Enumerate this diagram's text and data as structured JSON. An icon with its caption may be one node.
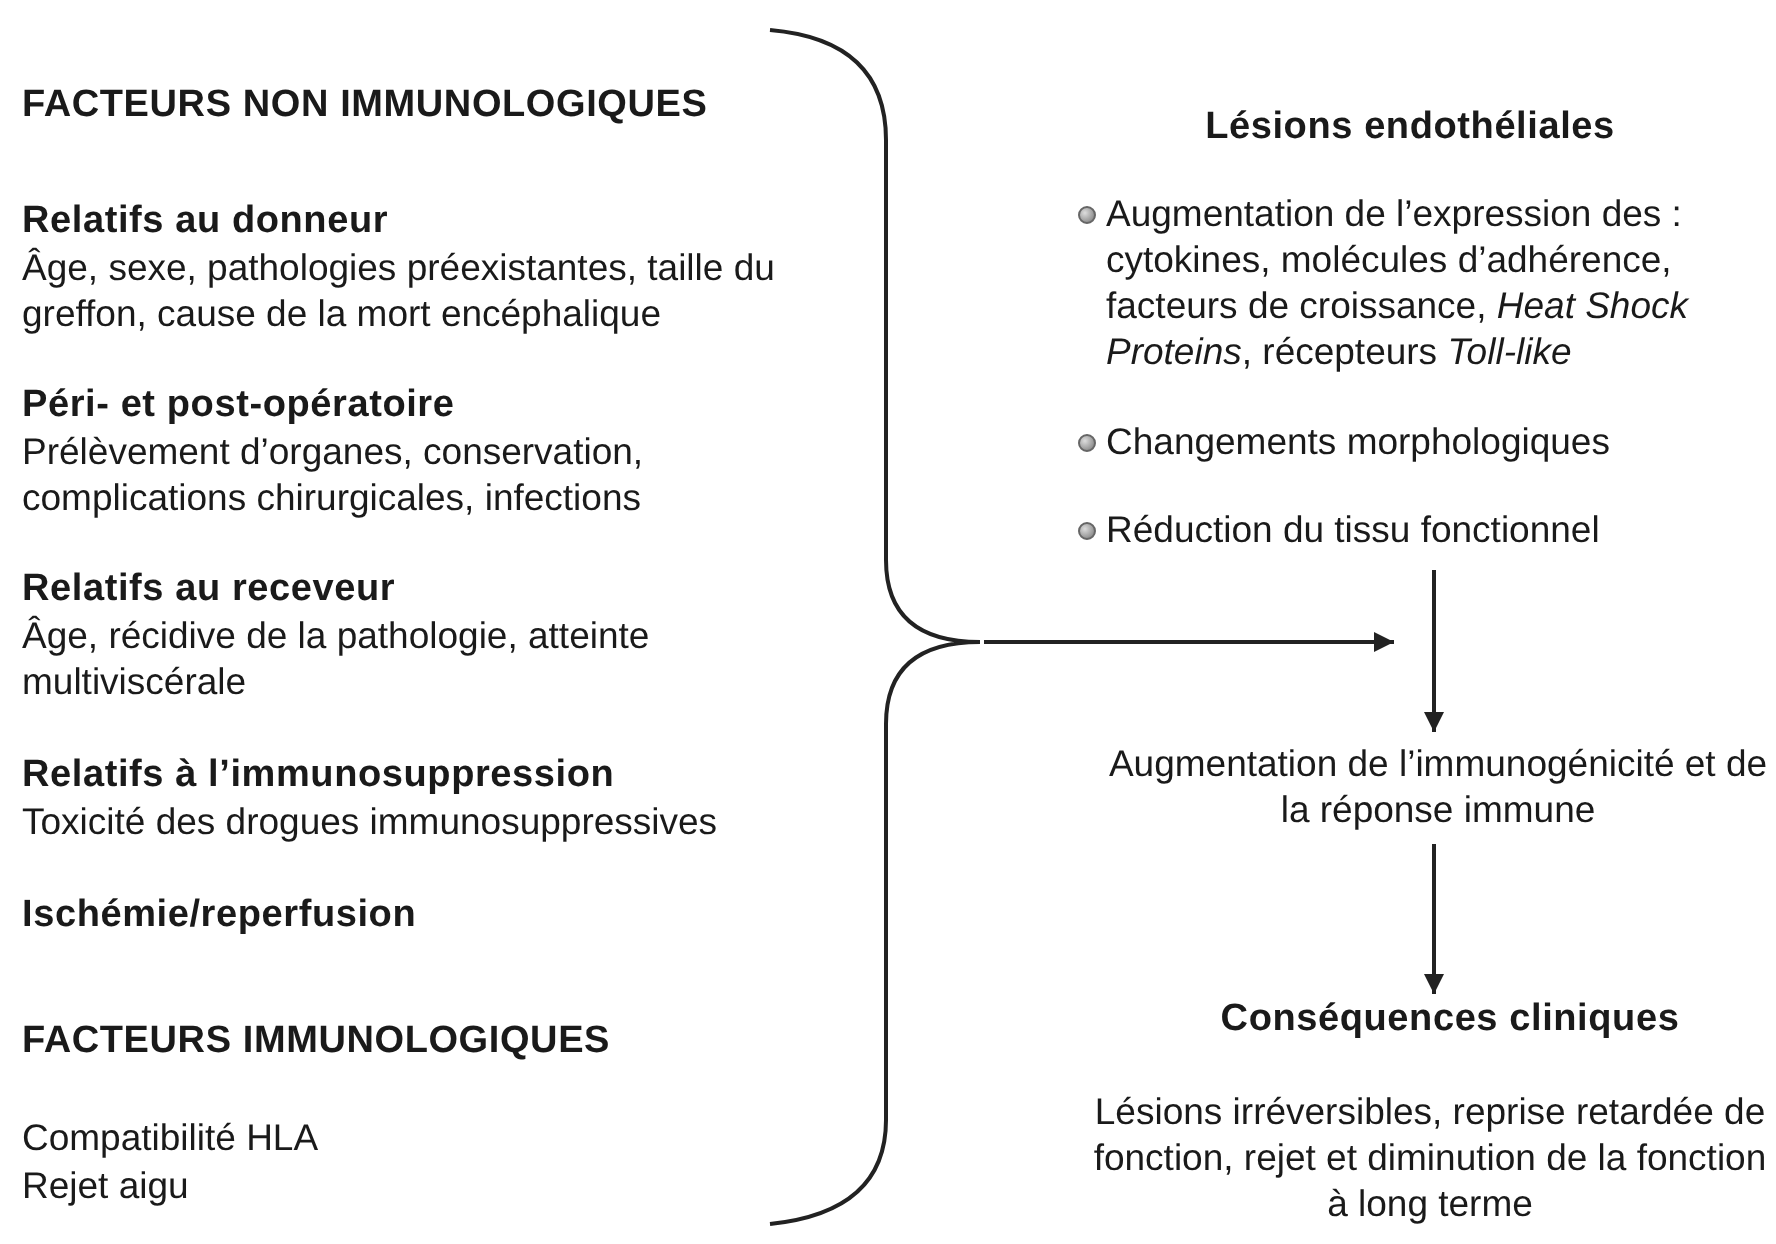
{
  "diagram": {
    "nodes": [
      {
        "text": [
          "FACTEURS NON IMMUNOLOGIQUES",
          "Relatifs au donneur",
          "Âge, sexe, pathologies préexistantes, taille du greffon, cause de la mort encéphalique",
          "Péri- et post-opératoire",
          "Prélèvement d’organes, conservation, complications chirurgicales, infections",
          "Relatifs au receveur",
          "Âge, récidive de la pathologie, atteinte multiviscérale",
          "Relatifs à l’immunosuppression",
          "Toxicité des drogues immunosuppressives",
          "Ischémie/reperfusion",
          "FACTEURS  IMMUNOLOGIQUES",
          "Compatibilité HLA",
          "Rejet aigu"
        ]
      },
      {
        "text": [
          "Lésions endothéliales",
          "Augmentation de l’expression des : cytokines, molécules d’adhérence, facteurs de croissance, *Heat Shock Proteins*, récepteurs *Toll-like*",
          "Changements morphologiques",
          "Réduction du tissu fonctionnel"
        ]
      },
      {
        "text": [
          "Augmentation de l’immunogénicité et de la réponse immune"
        ]
      },
      {
        "text": [
          "Conséquences cliniques",
          "Lésions irréversibles, reprise retardée de fonction, rejet et diminution de la fonction à long terme"
        ]
      }
    ],
    "edges": [
      {
        "from": 0,
        "to": null,
        "arrow": "to"
      },
      {
        "from": 1,
        "to": 2,
        "arrow": "to"
      },
      {
        "from": 2,
        "to": 3,
        "arrow": "to"
      }
    ]
  }
}
